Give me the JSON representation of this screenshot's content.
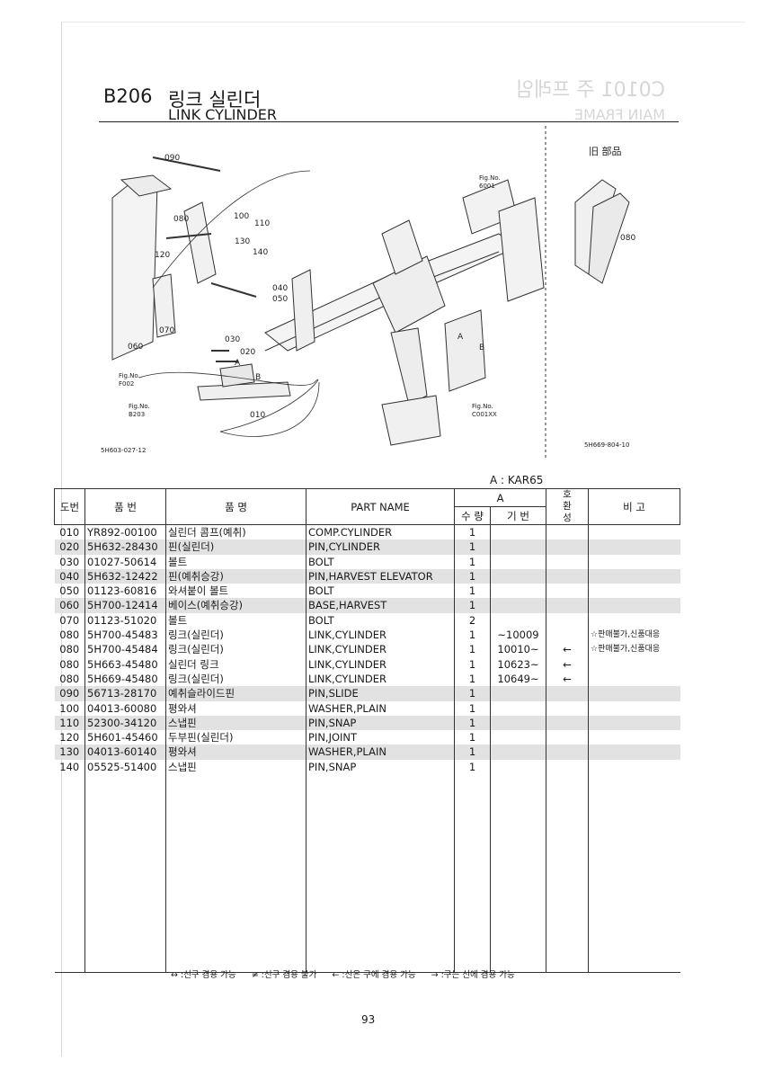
{
  "header": {
    "code": "B206",
    "title_ko": "링크 실린더",
    "title_en": "LINK CYLINDER",
    "ghost_code": "C0101 주 프레임",
    "ghost_en": "MAIN FRAME"
  },
  "diagram": {
    "callouts": {
      "c090": "090",
      "c080": "080",
      "c100": "100",
      "c110": "110",
      "c120": "120",
      "c130": "130",
      "c140": "140",
      "c040": "040",
      "c050": "050",
      "c060": "060",
      "c070": "070",
      "c030": "030",
      "c020": "020",
      "c010": "010",
      "c080b": "080",
      "markA1": "A",
      "markB1": "B",
      "markA2": "A",
      "markB2": "B"
    },
    "figrefs": {
      "f6001": "Fig.No.\n6001",
      "ff002_a": "Fig.No.",
      "ff002_b": "F002",
      "fb203_a": "Fig.No.",
      "fb203_b": "B203",
      "fc001_a": "Fig.No.",
      "fc001_b": "C001XX",
      "f6001_a": "Fig.No.",
      "f6001_b": "6001"
    },
    "old_parts_label": "旧 部品",
    "drawing_no_left": "5H603-027-12",
    "drawing_no_right": "5H669-804-10"
  },
  "model_label": "A : KAR65",
  "table": {
    "headers": {
      "no": "도번",
      "part_no": "품 번",
      "name_ko": "품 명",
      "name_en": "PART NAME",
      "group_a": "A",
      "qty": "수 량",
      "serial": "기 번",
      "interchange": "호\n환\n성",
      "remarks": "비 고"
    },
    "rows": [
      {
        "no": "010",
        "part": "YR892-00100",
        "ko": "실린더 콤프(예취)",
        "en": "COMP.CYLINDER",
        "qty": "1",
        "serial": "",
        "ichg": "",
        "rem": ""
      },
      {
        "no": "020",
        "part": "5H632-28430",
        "ko": "핀(실린더)",
        "en": "PIN,CYLINDER",
        "qty": "1",
        "serial": "",
        "ichg": "",
        "rem": ""
      },
      {
        "no": "030",
        "part": "01027-50614",
        "ko": "볼트",
        "en": "BOLT",
        "qty": "1",
        "serial": "",
        "ichg": "",
        "rem": ""
      },
      {
        "no": "040",
        "part": "5H632-12422",
        "ko": "핀(예취승강)",
        "en": "PIN,HARVEST ELEVATOR",
        "qty": "1",
        "serial": "",
        "ichg": "",
        "rem": ""
      },
      {
        "no": "050",
        "part": "01123-60816",
        "ko": "와셔붙이 볼트",
        "en": "BOLT",
        "qty": "1",
        "serial": "",
        "ichg": "",
        "rem": ""
      },
      {
        "no": "060",
        "part": "5H700-12414",
        "ko": "베이스(예취승강)",
        "en": "BASE,HARVEST",
        "qty": "1",
        "serial": "",
        "ichg": "",
        "rem": ""
      },
      {
        "no": "070",
        "part": "01123-51020",
        "ko": "볼트",
        "en": "BOLT",
        "qty": "2",
        "serial": "",
        "ichg": "",
        "rem": ""
      },
      {
        "no": "080",
        "part": "5H700-45483",
        "ko": "링크(실린더)",
        "en": "LINK,CYLINDER",
        "qty": "1",
        "serial": "~10009",
        "ichg": "",
        "rem": "☆판매불가,신품대응"
      },
      {
        "no": "080",
        "part": "5H700-45484",
        "ko": "링크(실린더)",
        "en": "LINK,CYLINDER",
        "qty": "1",
        "serial": "10010~",
        "ichg": "←",
        "rem": "☆판매불가,신품대응"
      },
      {
        "no": "080",
        "part": "5H663-45480",
        "ko": "실린더 링크",
        "en": "LINK,CYLINDER",
        "qty": "1",
        "serial": "10623~",
        "ichg": "←",
        "rem": ""
      },
      {
        "no": "080",
        "part": "5H669-45480",
        "ko": "링크(실린더)",
        "en": "LINK,CYLINDER",
        "qty": "1",
        "serial": "10649~",
        "ichg": "←",
        "rem": ""
      },
      {
        "no": "090",
        "part": "56713-28170",
        "ko": "예취슬라이드핀",
        "en": "PIN,SLIDE",
        "qty": "1",
        "serial": "",
        "ichg": "",
        "rem": ""
      },
      {
        "no": "100",
        "part": "04013-60080",
        "ko": "평와셔",
        "en": "WASHER,PLAIN",
        "qty": "1",
        "serial": "",
        "ichg": "",
        "rem": ""
      },
      {
        "no": "110",
        "part": "52300-34120",
        "ko": "스냅핀",
        "en": "PIN,SNAP",
        "qty": "1",
        "serial": "",
        "ichg": "",
        "rem": ""
      },
      {
        "no": "120",
        "part": "5H601-45460",
        "ko": "두부핀(실린더)",
        "en": "PIN,JOINT",
        "qty": "1",
        "serial": "",
        "ichg": "",
        "rem": ""
      },
      {
        "no": "130",
        "part": "04013-60140",
        "ko": "평와셔",
        "en": "WASHER,PLAIN",
        "qty": "1",
        "serial": "",
        "ichg": "",
        "rem": ""
      },
      {
        "no": "140",
        "part": "05525-51400",
        "ko": "스냅핀",
        "en": "PIN,SNAP",
        "qty": "1",
        "serial": "",
        "ichg": "",
        "rem": ""
      }
    ]
  },
  "legend": {
    "l1": "↔ :신구 겸용 가능",
    "l2": "≠ :신구 겸용 불가",
    "l3": "← :신은 구에 겸용 가능",
    "l4": "→ :구는 신에 겸용 가능"
  },
  "page_number": "93"
}
